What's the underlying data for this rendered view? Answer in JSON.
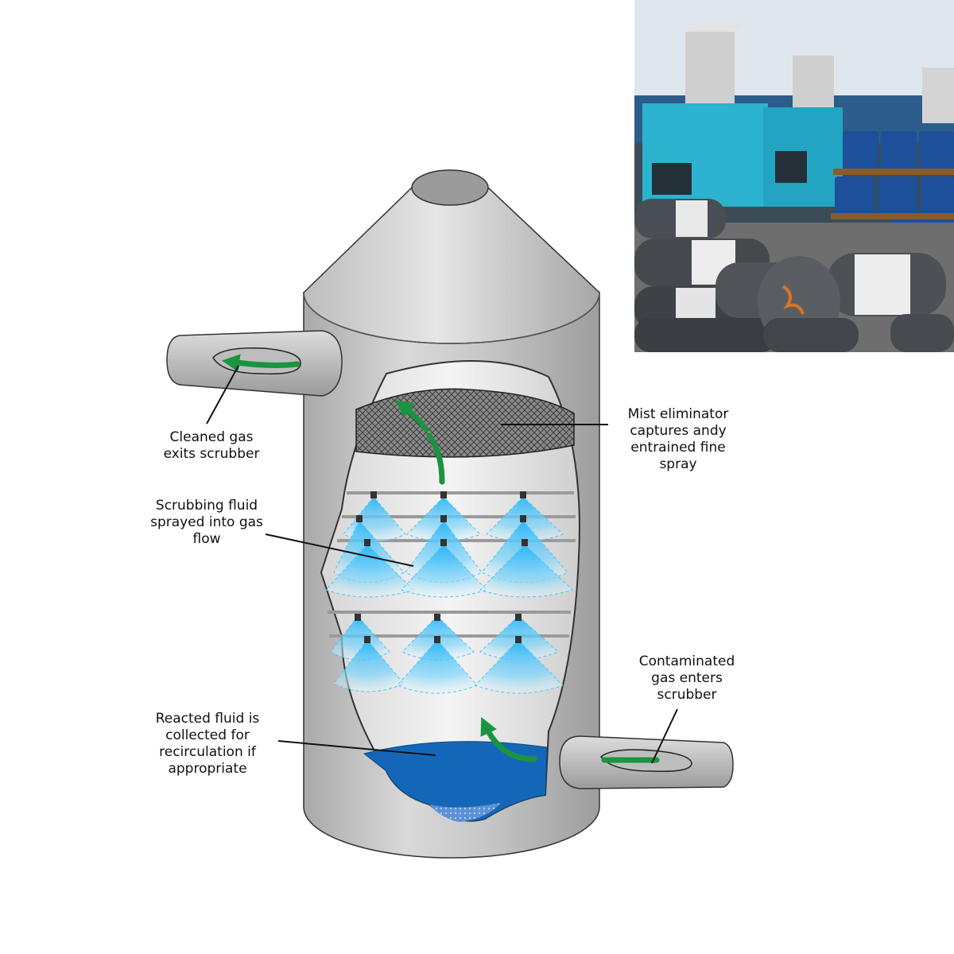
{
  "labels": {
    "cleaned_gas": [
      "Cleaned gas",
      "exits scrubber"
    ],
    "mist_eliminator": [
      "Mist eliminator",
      "captures andy",
      "entrained fine",
      "spray"
    ],
    "scrubbing_fluid": [
      "Scrubbing fluid",
      "sprayed into gas",
      "flow"
    ],
    "contaminated_gas": [
      "Contaminated",
      "gas enters",
      "scrubber"
    ],
    "reacted_fluid": [
      "Reacted fluid is",
      "collected for",
      "recirculation if",
      "appropriate"
    ]
  },
  "colors": {
    "vessel_gray": "#c4c4c4",
    "arrow_green": "#1a9440",
    "spray_blue": "#4fc3f7",
    "liquid_blue": "#1467b8",
    "photo_sky": "#dfe7ee",
    "photo_scrubber_teal": "#2bb3cf"
  },
  "photo": {
    "description_icon": "industrial-scrubbers-photo"
  }
}
